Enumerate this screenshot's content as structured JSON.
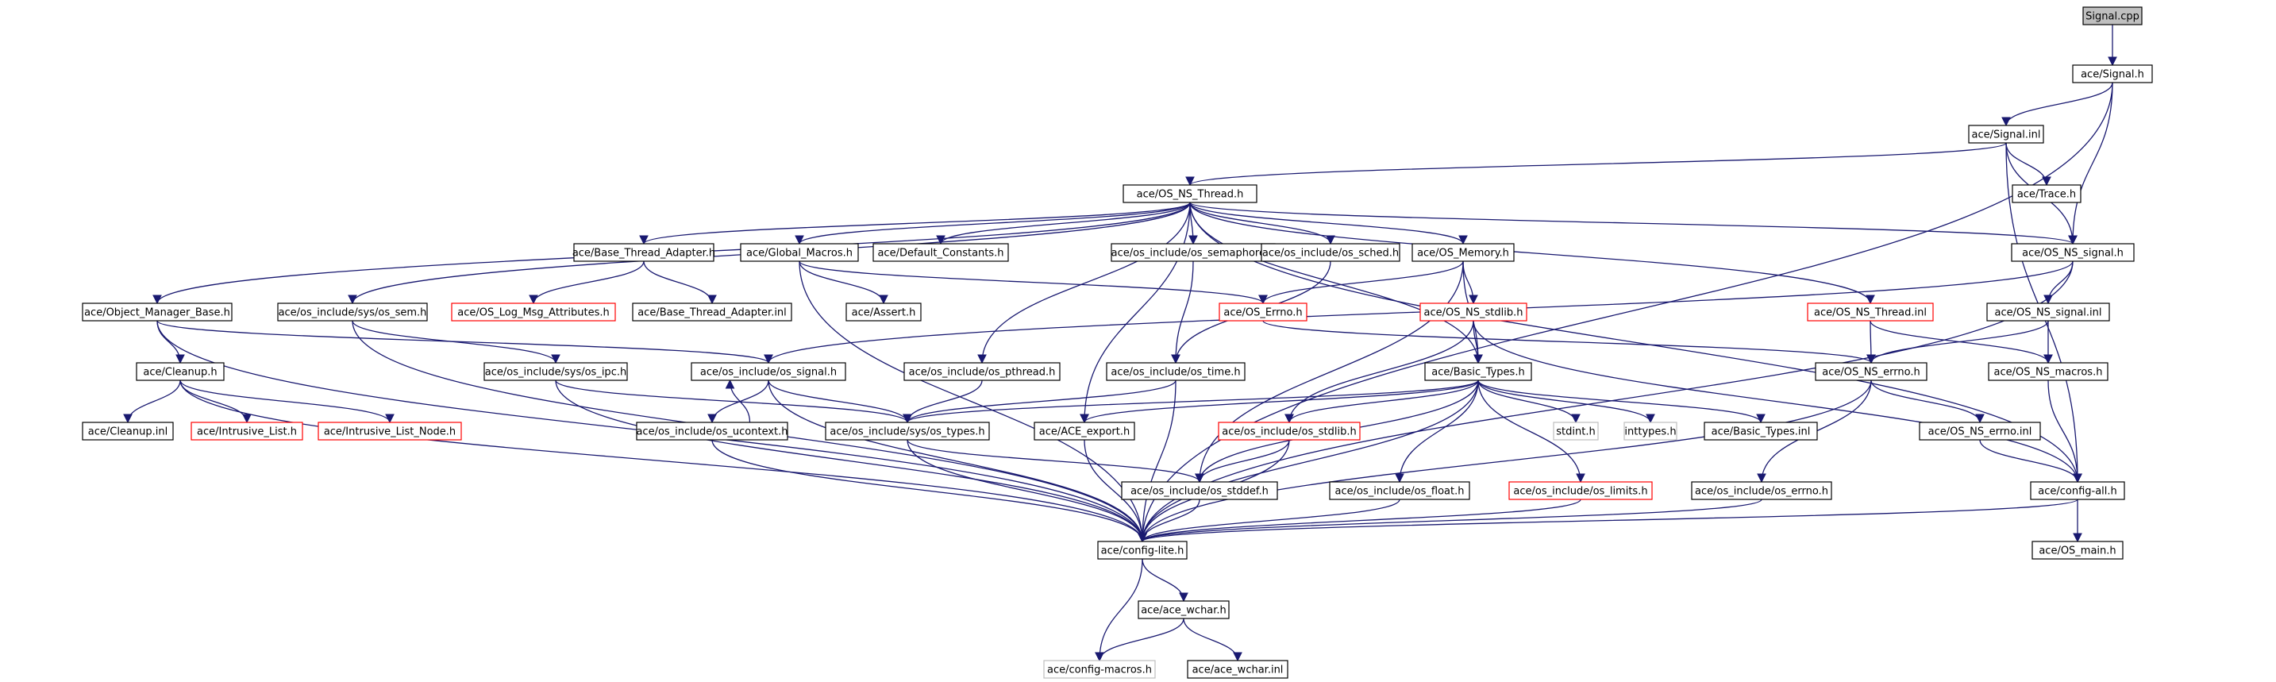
{
  "nodes": [
    {
      "id": "signal_cpp",
      "label": "Signal.cpp",
      "style": "root"
    },
    {
      "id": "signal_h",
      "label": "ace/Signal.h",
      "style": "normal"
    },
    {
      "id": "signal_inl",
      "label": "ace/Signal.inl",
      "style": "normal"
    },
    {
      "id": "trace_h",
      "label": "ace/Trace.h",
      "style": "normal"
    },
    {
      "id": "os_ns_thread_h",
      "label": "ace/OS_NS_Thread.h",
      "style": "normal"
    },
    {
      "id": "os_ns_signal_h",
      "label": "ace/OS_NS_signal.h",
      "style": "normal"
    },
    {
      "id": "base_thread_adapter_h",
      "label": "ace/Base_Thread_Adapter.h",
      "style": "normal"
    },
    {
      "id": "global_macros_h",
      "label": "ace/Global_Macros.h",
      "style": "normal"
    },
    {
      "id": "default_constants_h",
      "label": "ace/Default_Constants.h",
      "style": "normal"
    },
    {
      "id": "os_semaphore_h",
      "label": "ace/os_include/os_semaphore.h",
      "style": "normal"
    },
    {
      "id": "os_sched_h",
      "label": "ace/os_include/os_sched.h",
      "style": "normal"
    },
    {
      "id": "os_memory_h",
      "label": "ace/OS_Memory.h",
      "style": "normal"
    },
    {
      "id": "object_manager_base_h",
      "label": "ace/Object_Manager_Base.h",
      "style": "normal"
    },
    {
      "id": "os_sem_h",
      "label": "ace/os_include/sys/os_sem.h",
      "style": "normal"
    },
    {
      "id": "os_log_msg_attributes_h",
      "label": "ace/OS_Log_Msg_Attributes.h",
      "style": "red"
    },
    {
      "id": "base_thread_adapter_inl",
      "label": "ace/Base_Thread_Adapter.inl",
      "style": "normal"
    },
    {
      "id": "assert_h",
      "label": "ace/Assert.h",
      "style": "normal"
    },
    {
      "id": "os_errno_h",
      "label": "ace/OS_Errno.h",
      "style": "red"
    },
    {
      "id": "os_ns_stdlib_h",
      "label": "ace/OS_NS_stdlib.h",
      "style": "red"
    },
    {
      "id": "os_ns_thread_inl",
      "label": "ace/OS_NS_Thread.inl",
      "style": "red"
    },
    {
      "id": "os_ns_signal_inl",
      "label": "ace/OS_NS_signal.inl",
      "style": "normal"
    },
    {
      "id": "cleanup_h",
      "label": "ace/Cleanup.h",
      "style": "normal"
    },
    {
      "id": "os_ipc_h",
      "label": "ace/os_include/sys/os_ipc.h",
      "style": "normal"
    },
    {
      "id": "os_signal_h",
      "label": "ace/os_include/os_signal.h",
      "style": "normal"
    },
    {
      "id": "os_pthread_h",
      "label": "ace/os_include/os_pthread.h",
      "style": "normal"
    },
    {
      "id": "os_time_h",
      "label": "ace/os_include/os_time.h",
      "style": "normal"
    },
    {
      "id": "basic_types_h",
      "label": "ace/Basic_Types.h",
      "style": "normal"
    },
    {
      "id": "os_ns_errno_h",
      "label": "ace/OS_NS_errno.h",
      "style": "normal"
    },
    {
      "id": "os_ns_macros_h",
      "label": "ace/OS_NS_macros.h",
      "style": "normal"
    },
    {
      "id": "cleanup_inl",
      "label": "ace/Cleanup.inl",
      "style": "normal"
    },
    {
      "id": "intrusive_list_h",
      "label": "ace/Intrusive_List.h",
      "style": "red"
    },
    {
      "id": "intrusive_list_node_h",
      "label": "ace/Intrusive_List_Node.h",
      "style": "red"
    },
    {
      "id": "os_ucontext_h",
      "label": "ace/os_include/os_ucontext.h",
      "style": "normal"
    },
    {
      "id": "os_types_h",
      "label": "ace/os_include/sys/os_types.h",
      "style": "normal"
    },
    {
      "id": "ace_export_h",
      "label": "ace/ACE_export.h",
      "style": "normal"
    },
    {
      "id": "os_stdlib_h",
      "label": "ace/os_include/os_stdlib.h",
      "style": "red"
    },
    {
      "id": "stdint_h",
      "label": "stdint.h",
      "style": "ghost"
    },
    {
      "id": "inttypes_h",
      "label": "inttypes.h",
      "style": "ghost"
    },
    {
      "id": "basic_types_inl",
      "label": "ace/Basic_Types.inl",
      "style": "normal"
    },
    {
      "id": "os_ns_errno_inl",
      "label": "ace/OS_NS_errno.inl",
      "style": "normal"
    },
    {
      "id": "os_stddef_h",
      "label": "ace/os_include/os_stddef.h",
      "style": "normal"
    },
    {
      "id": "os_float_h",
      "label": "ace/os_include/os_float.h",
      "style": "normal"
    },
    {
      "id": "os_limits_h",
      "label": "ace/os_include/os_limits.h",
      "style": "red"
    },
    {
      "id": "os_errno_inc_h",
      "label": "ace/os_include/os_errno.h",
      "style": "normal"
    },
    {
      "id": "config_all_h",
      "label": "ace/config-all.h",
      "style": "normal"
    },
    {
      "id": "config_lite_h",
      "label": "ace/config-lite.h",
      "style": "normal"
    },
    {
      "id": "os_main_h",
      "label": "ace/OS_main.h",
      "style": "normal"
    },
    {
      "id": "ace_wchar_h",
      "label": "ace/ace_wchar.h",
      "style": "normal"
    },
    {
      "id": "config_macros_h",
      "label": "ace/config-macros.h",
      "style": "ghost"
    },
    {
      "id": "ace_wchar_inl",
      "label": "ace/ace_wchar.inl",
      "style": "normal"
    }
  ],
  "edges": [
    [
      "signal_cpp",
      "signal_h"
    ],
    [
      "signal_h",
      "signal_inl"
    ],
    [
      "signal_h",
      "os_ns_signal_h"
    ],
    [
      "signal_h",
      "config_lite_h"
    ],
    [
      "signal_inl",
      "os_ns_thread_h"
    ],
    [
      "signal_inl",
      "trace_h"
    ],
    [
      "signal_inl",
      "os_ns_signal_h"
    ],
    [
      "signal_inl",
      "config_all_h"
    ],
    [
      "os_ns_thread_h",
      "object_manager_base_h"
    ],
    [
      "os_ns_thread_h",
      "os_sem_h"
    ],
    [
      "os_ns_thread_h",
      "base_thread_adapter_h"
    ],
    [
      "os_ns_thread_h",
      "global_macros_h"
    ],
    [
      "os_ns_thread_h",
      "default_constants_h"
    ],
    [
      "os_ns_thread_h",
      "os_semaphore_h"
    ],
    [
      "os_ns_thread_h",
      "os_sched_h"
    ],
    [
      "os_ns_thread_h",
      "os_memory_h"
    ],
    [
      "os_ns_thread_h",
      "os_ns_thread_inl"
    ],
    [
      "os_ns_thread_h",
      "os_ns_signal_h"
    ],
    [
      "os_ns_thread_h",
      "os_pthread_h"
    ],
    [
      "os_ns_thread_h",
      "ace_export_h"
    ],
    [
      "os_ns_thread_h",
      "basic_types_h"
    ],
    [
      "os_ns_thread_h",
      "config_all_h"
    ],
    [
      "os_ns_signal_h",
      "os_signal_h"
    ],
    [
      "os_ns_signal_h",
      "os_ns_signal_inl"
    ],
    [
      "os_ns_signal_h",
      "config_lite_h"
    ],
    [
      "base_thread_adapter_h",
      "os_log_msg_attributes_h"
    ],
    [
      "base_thread_adapter_h",
      "base_thread_adapter_inl"
    ],
    [
      "global_macros_h",
      "assert_h"
    ],
    [
      "global_macros_h",
      "os_errno_h"
    ],
    [
      "global_macros_h",
      "config_lite_h"
    ],
    [
      "os_semaphore_h",
      "os_time_h"
    ],
    [
      "os_sched_h",
      "os_time_h"
    ],
    [
      "os_memory_h",
      "os_errno_h"
    ],
    [
      "os_memory_h",
      "os_ns_stdlib_h"
    ],
    [
      "os_memory_h",
      "basic_types_h"
    ],
    [
      "os_memory_h",
      "os_stddef_h"
    ],
    [
      "object_manager_base_h",
      "cleanup_h"
    ],
    [
      "object_manager_base_h",
      "os_signal_h"
    ],
    [
      "object_manager_base_h",
      "config_lite_h"
    ],
    [
      "os_sem_h",
      "os_ipc_h"
    ],
    [
      "os_sem_h",
      "config_lite_h"
    ],
    [
      "os_errno_h",
      "os_ns_errno_h"
    ],
    [
      "os_ns_stdlib_h",
      "basic_types_h"
    ],
    [
      "os_ns_stdlib_h",
      "os_stdlib_h"
    ],
    [
      "os_ns_stdlib_h",
      "config_all_h"
    ],
    [
      "os_ns_thread_inl",
      "os_ns_errno_h"
    ],
    [
      "os_ns_thread_inl",
      "os_ns_macros_h"
    ],
    [
      "os_ns_signal_inl",
      "os_ns_errno_h"
    ],
    [
      "os_ns_signal_inl",
      "os_ns_macros_h"
    ],
    [
      "cleanup_h",
      "cleanup_inl"
    ],
    [
      "cleanup_h",
      "intrusive_list_h"
    ],
    [
      "cleanup_h",
      "intrusive_list_node_h"
    ],
    [
      "cleanup_h",
      "config_lite_h"
    ],
    [
      "os_ipc_h",
      "os_types_h"
    ],
    [
      "os_ipc_h",
      "config_lite_h"
    ],
    [
      "os_signal_h",
      "os_ucontext_h"
    ],
    [
      "os_signal_h",
      "os_types_h"
    ],
    [
      "os_signal_h",
      "config_lite_h"
    ],
    [
      "os_pthread_h",
      "os_types_h"
    ],
    [
      "os_time_h",
      "os_types_h"
    ],
    [
      "os_time_h",
      "config_lite_h"
    ],
    [
      "basic_types_h",
      "os_types_h"
    ],
    [
      "basic_types_h",
      "ace_export_h"
    ],
    [
      "basic_types_h",
      "os_stdlib_h"
    ],
    [
      "basic_types_h",
      "stdint_h"
    ],
    [
      "basic_types_h",
      "inttypes_h"
    ],
    [
      "basic_types_h",
      "basic_types_inl"
    ],
    [
      "basic_types_h",
      "os_stddef_h"
    ],
    [
      "basic_types_h",
      "os_float_h"
    ],
    [
      "basic_types_h",
      "os_limits_h"
    ],
    [
      "basic_types_h",
      "config_lite_h"
    ],
    [
      "os_ns_errno_h",
      "os_ns_errno_inl"
    ],
    [
      "os_ns_errno_h",
      "os_errno_inc_h"
    ],
    [
      "os_ns_errno_h",
      "config_lite_h"
    ],
    [
      "os_ns_macros_h",
      "config_all_h"
    ],
    [
      "os_ucontext_h",
      "os_signal_h"
    ],
    [
      "os_ucontext_h",
      "config_lite_h"
    ],
    [
      "os_types_h",
      "os_stddef_h"
    ],
    [
      "os_types_h",
      "config_lite_h"
    ],
    [
      "ace_export_h",
      "config_lite_h"
    ],
    [
      "os_stdlib_h",
      "os_stddef_h"
    ],
    [
      "os_stdlib_h",
      "config_lite_h"
    ],
    [
      "os_ns_errno_inl",
      "config_all_h"
    ],
    [
      "os_stddef_h",
      "config_lite_h"
    ],
    [
      "os_float_h",
      "config_lite_h"
    ],
    [
      "os_limits_h",
      "config_lite_h"
    ],
    [
      "os_errno_inc_h",
      "config_lite_h"
    ],
    [
      "config_all_h",
      "config_lite_h"
    ],
    [
      "config_all_h",
      "os_main_h"
    ],
    [
      "config_lite_h",
      "ace_wchar_h"
    ],
    [
      "config_lite_h",
      "config_macros_h"
    ],
    [
      "ace_wchar_h",
      "config_macros_h"
    ],
    [
      "ace_wchar_h",
      "ace_wchar_inl"
    ]
  ]
}
